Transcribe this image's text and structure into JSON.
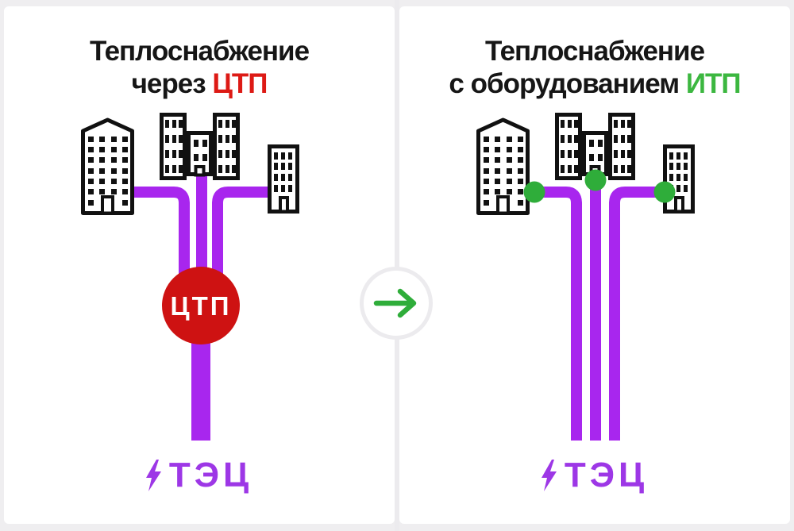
{
  "colors": {
    "background": "#efeef0",
    "panel": "#ffffff",
    "pipe_purple": "#a826ee",
    "label_purple": "#9d37e6",
    "red": "#ce1212",
    "title_red": "#dd1a15",
    "green": "#2fad3a",
    "title_green": "#3cb740",
    "building_outline": "#111111",
    "divider": "#ecebee",
    "title_color": "#161616"
  },
  "left_panel": {
    "title_line1": "Теплоснабжение",
    "title_line2_prefix": "через",
    "title_line2_highlight": "ЦТП",
    "hub_label": "ЦТП",
    "source_label": "ТЭЦ"
  },
  "right_panel": {
    "title_line1": "Теплоснабжение",
    "title_line2_prefix": "с оборудованием",
    "title_line2_highlight": "ИТП",
    "source_label": "ТЭЦ"
  },
  "icons": {
    "transition": "arrow-right-icon",
    "energy": "lightning-bolt-icon"
  }
}
